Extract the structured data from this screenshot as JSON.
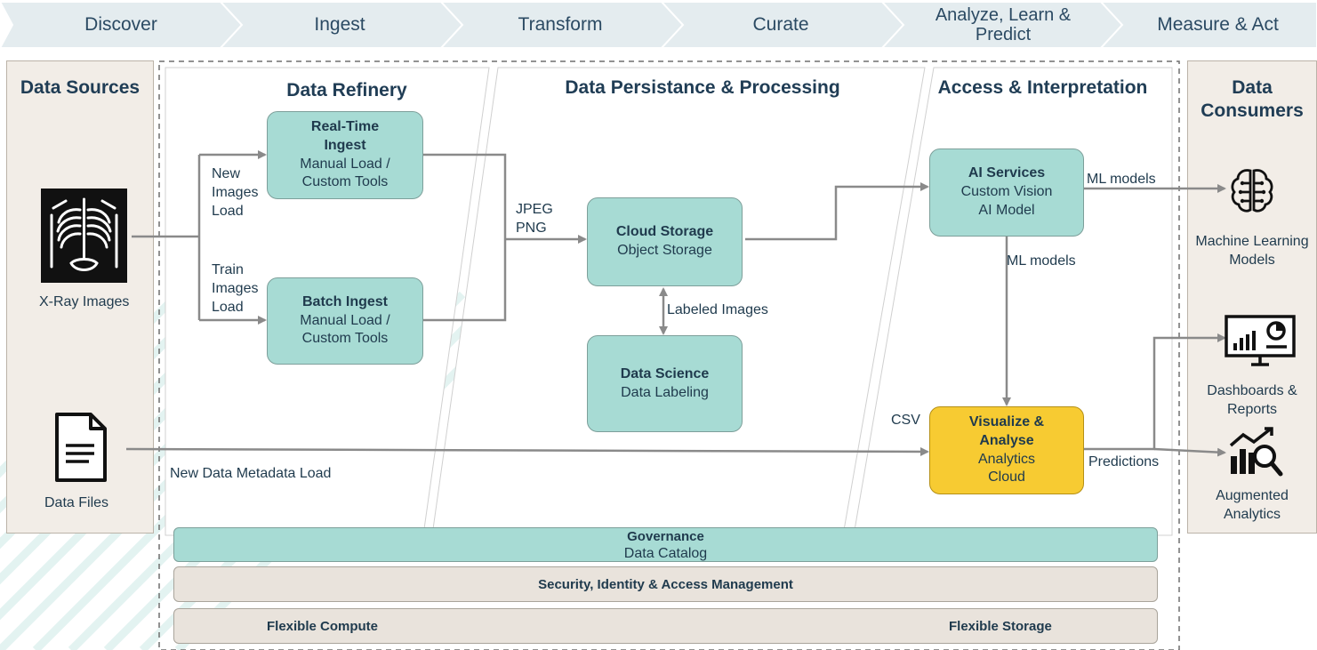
{
  "phases": [
    "Discover",
    "Ingest",
    "Transform",
    "Curate",
    "Analyze, Learn & Predict",
    "Measure & Act"
  ],
  "data_sources": {
    "title": "Data Sources",
    "items": [
      {
        "label": "X-Ray Images",
        "icon": "xray-icon"
      },
      {
        "label": "Data Files",
        "icon": "document-icon"
      }
    ]
  },
  "data_consumers": {
    "title": "Data Consumers",
    "items": [
      {
        "label": "Machine Learning Models",
        "icon": "brain-chip-icon"
      },
      {
        "label": "Dashboards & Reports",
        "icon": "dashboard-icon"
      },
      {
        "label": "Augmented Analytics",
        "icon": "analytics-magnifier-icon"
      }
    ]
  },
  "sections": {
    "refinery": "Data Refinery",
    "persistence": "Data Persistance & Processing",
    "access": "Access & Interpretation"
  },
  "boxes": {
    "realtime": {
      "title": "Real-Time Ingest",
      "line1": "Manual Load /",
      "line2": "Custom Tools"
    },
    "batch": {
      "title": "Batch Ingest",
      "line1": "Manual Load /",
      "line2": "Custom Tools"
    },
    "cloud": {
      "title": "Cloud Storage",
      "line1": "Object Storage"
    },
    "science": {
      "title": "Data Science",
      "line1": "Data Labeling"
    },
    "ai": {
      "title": "AI Services",
      "line1": "Custom Vision",
      "line2": "AI Model"
    },
    "visualize": {
      "title": "Visualize & Analyse",
      "line1": "Analytics",
      "line2": "Cloud"
    }
  },
  "labels": {
    "new_images": "New Images Load",
    "train_images": "Train Images Load",
    "jpeg_png": "JPEG PNG",
    "labeled_images": "Labeled Images",
    "ml_models_right": "ML models",
    "ml_models_down": "ML models",
    "csv": "CSV",
    "predictions": "Predictions",
    "metadata_load": "New Data Metadata Load"
  },
  "bands": {
    "governance_title": "Governance",
    "governance_sub": "Data Catalog",
    "security": "Security, Identity & Access Management",
    "compute": "Flexible Compute",
    "storage": "Flexible Storage"
  },
  "colors": {
    "teal_box": "#a7dbd4",
    "yellow_box": "#f7cb32",
    "side_panel": "#f2ede7",
    "chevron": "#e4ecef",
    "arrow": "#8a8a8a",
    "text": "#1f3a4d"
  }
}
